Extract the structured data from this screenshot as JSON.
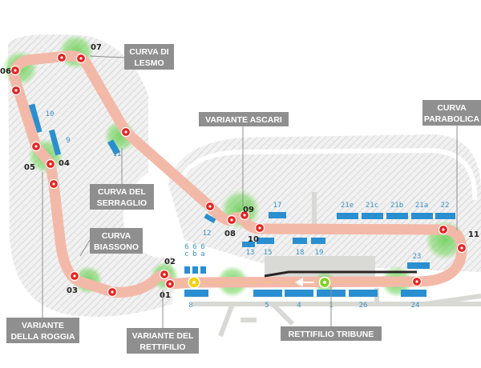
{
  "title": "Autodromo Nazionale Monza circuit map",
  "colors": {
    "track": "#2b2424",
    "grass": "#5fd35a",
    "grandstand": "#2a8fd0",
    "label_bg": "#8f8f8f",
    "corner_marker": "#e52421",
    "start_marker": "#f2d20a",
    "finish_marker": "#7ed321"
  },
  "corner_names": [
    {
      "lines": [
        "CURVA DI",
        "LESMO"
      ]
    },
    {
      "lines": [
        "VARIANTE  ASCARI"
      ]
    },
    {
      "lines": [
        "CURVA",
        "PARABOLICA"
      ]
    },
    {
      "lines": [
        "CURVA DEL",
        "SERRAGLIO"
      ]
    },
    {
      "lines": [
        "CURVA",
        "BIASSONO"
      ]
    },
    {
      "lines": [
        "VARIANTE",
        "DELLA ROGGIA"
      ]
    },
    {
      "lines": [
        "VARIANTE DEL",
        "RETTIFILIO"
      ]
    },
    {
      "lines": [
        "RETTIFILIO TRIBUNE"
      ]
    }
  ],
  "turn_numbers": [
    "07",
    "06",
    "05",
    "04",
    "09",
    "08",
    "10",
    "11",
    "02",
    "03",
    "01"
  ],
  "grandstands": [
    "10",
    "9",
    "11",
    "12",
    "17",
    "13",
    "15",
    "18",
    "19",
    "21e",
    "21c",
    "21b",
    "21a",
    "22",
    "23",
    "6 c",
    "6 b",
    "6 a",
    "8",
    "5",
    "4",
    "1",
    "26",
    "24"
  ]
}
